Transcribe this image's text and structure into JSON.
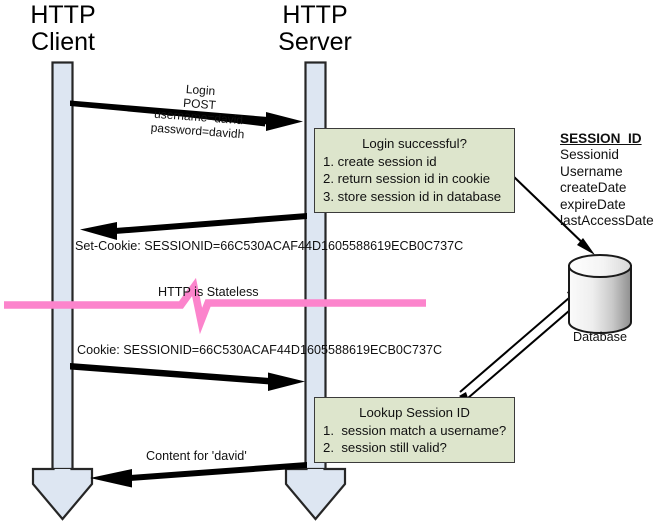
{
  "diagram": {
    "type": "sequence-diagram",
    "background": "#ffffff",
    "colors": {
      "note_fill": "#dde5cc",
      "note_stroke": "#3b3b3b",
      "lifeline_fill": "#dde6f2",
      "lifeline_stroke": "#262626",
      "arrow": "#000000",
      "stateless_line": "#fc84cc",
      "database_fill_light": "#ffffff",
      "database_fill_dark": "#9a9a9a"
    }
  },
  "actors": [
    {
      "id": "client",
      "label": "HTTP\nClient",
      "name": "http-client"
    },
    {
      "id": "server",
      "label": "HTTP\nServer",
      "name": "http-server"
    }
  ],
  "messages": [
    {
      "id": "login-request",
      "label": "Login\nPOST\nusername=david\npassword=davidh",
      "from": "client",
      "to": "server",
      "direction": "right"
    },
    {
      "id": "set-cookie-response",
      "label": "Set-Cookie: SESSIONID=66C530ACAF44D1605588619ECB0C737C",
      "from": "server",
      "to": "client",
      "direction": "left"
    },
    {
      "id": "cookie-request",
      "label": "Cookie: SESSIONID=66C530ACAF44D1605588619ECB0C737C",
      "from": "client",
      "to": "server",
      "direction": "right"
    },
    {
      "id": "content-response",
      "label": "Content for 'david'",
      "from": "server",
      "to": "client",
      "direction": "left"
    }
  ],
  "notes": [
    {
      "id": "login-note",
      "title": "Login successful?",
      "lines": [
        "1. create session id",
        "2. return session id in cookie",
        "3. store session id in database"
      ]
    },
    {
      "id": "lookup-note",
      "title": "Lookup Session ID",
      "lines": [
        "1.  session match a username?",
        "2.  session still valid?"
      ]
    }
  ],
  "session_entity": {
    "heading": "SESSION_ID",
    "fields": [
      "Sessionid",
      "Username",
      "createDate",
      "expireDate",
      "lastAccessDate"
    ]
  },
  "database": {
    "label": "Database",
    "icon": "database-cylinder-icon"
  },
  "separator": {
    "label": "HTTP is Stateless",
    "style": "pink-zigzag-break-line"
  }
}
